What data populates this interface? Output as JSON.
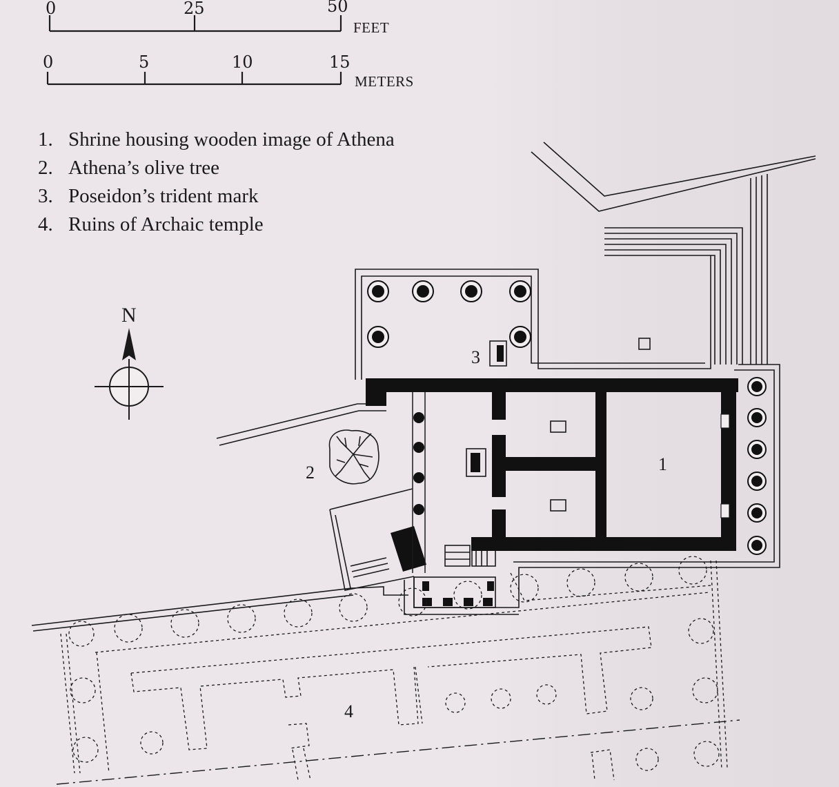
{
  "scale_feet": {
    "ticks": [
      "0",
      "25",
      "50"
    ],
    "unit": "FEET"
  },
  "scale_meters": {
    "ticks": [
      "0",
      "5",
      "10",
      "15"
    ],
    "unit": "METERS"
  },
  "legend": [
    {
      "number": "1.",
      "text": "Shrine housing wooden image of Athena"
    },
    {
      "number": "2.",
      "text": "Athena’s olive tree"
    },
    {
      "number": "3.",
      "text": "Poseidon’s trident mark"
    },
    {
      "number": "4.",
      "text": "Ruins of Archaic temple"
    }
  ],
  "plan_labels": {
    "shrine": "1",
    "olive_tree": "2",
    "trident_mark": "3",
    "archaic_temple": "4"
  },
  "compass": {
    "north": "N"
  }
}
